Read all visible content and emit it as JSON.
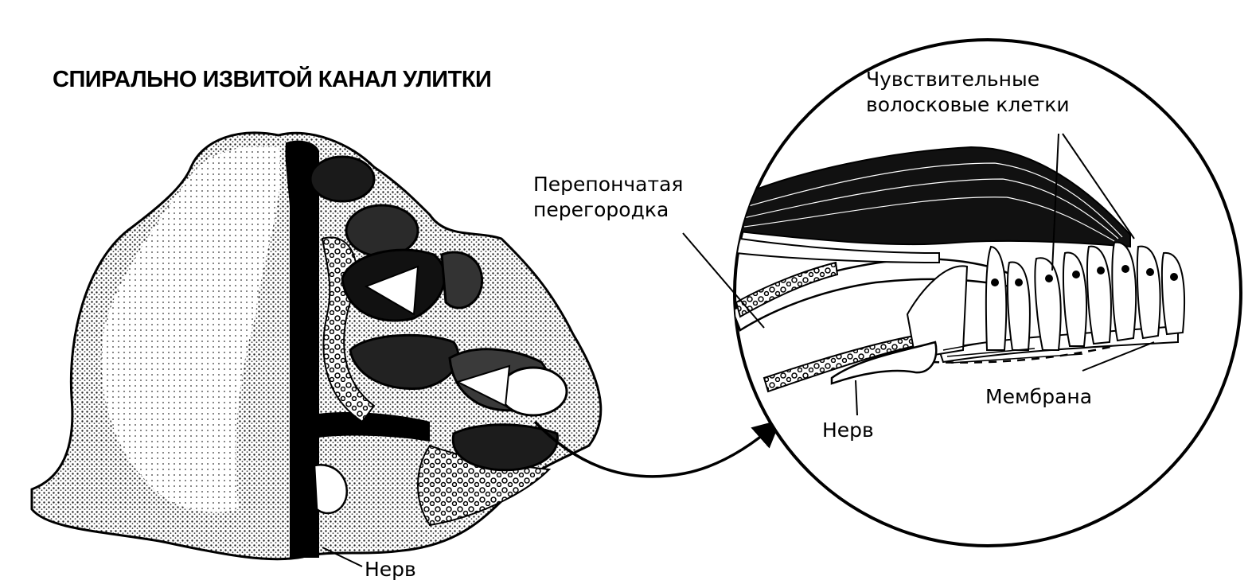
{
  "title": "СПИРАЛЬНО ИЗВИТОЙ КАНАЛ УЛИТКИ",
  "labels": {
    "hair_cells": [
      "Чувствительные",
      "волосковые клетки"
    ],
    "membranous_septum": [
      "Перепончатая",
      "перегородка"
    ],
    "membrane": "Мембрана",
    "nerve_detail": "Нерв",
    "nerve_cochlea": "Нерв"
  },
  "colors": {
    "ink": "#000000",
    "paper": "#ffffff",
    "shade": "#6e6e6e"
  }
}
